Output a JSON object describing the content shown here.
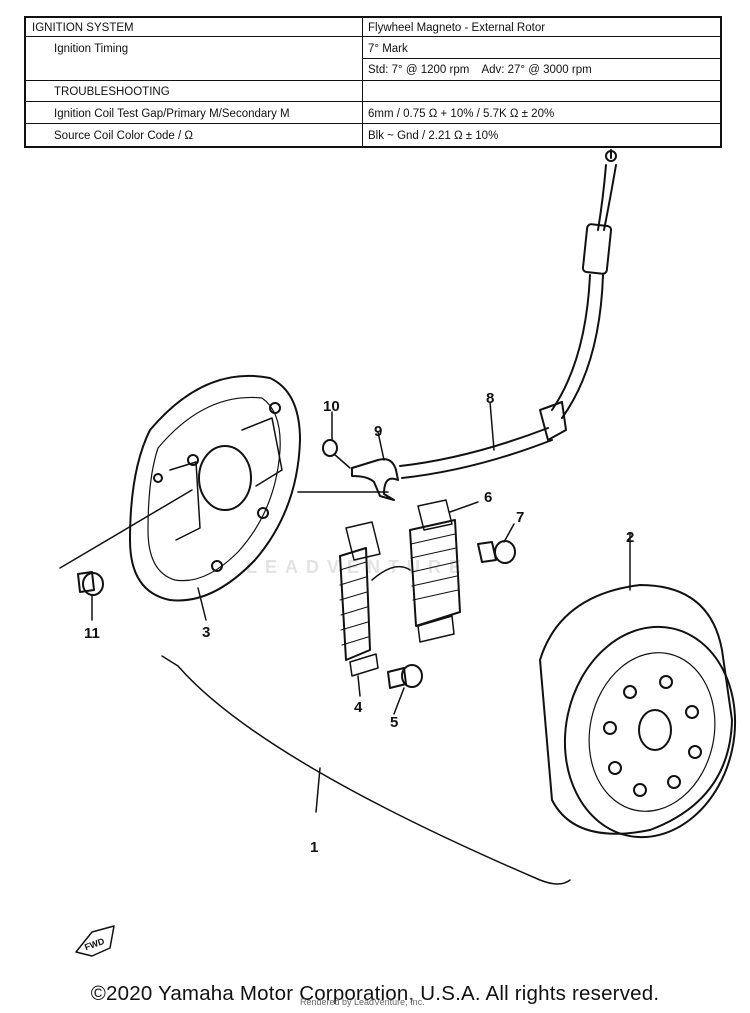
{
  "table": {
    "rows": [
      {
        "label": "IGNITION SYSTEM",
        "value": "Flywheel Magneto - External Rotor"
      },
      {
        "label": "Ignition Timing",
        "value": "7° Mark"
      },
      {
        "label": "",
        "value": "Std: 7° @ 1200 rpm    Adv: 27° @ 3000 rpm"
      },
      {
        "label": "TROUBLESHOOTING",
        "value": ""
      },
      {
        "label": "Ignition Coil Test Gap/Primary M/Secondary M",
        "value": "6mm / 0.75 Ω + 10% / 5.7K Ω ± 20%"
      },
      {
        "label": "Source Coil Color Code / Ω",
        "value": "Blk ~ Gnd / 2.21 Ω ± 10%"
      }
    ]
  },
  "callouts": {
    "c1": "1",
    "c2": "2",
    "c3": "3",
    "c4": "4",
    "c5": "5",
    "c6": "6",
    "c7": "7",
    "c8": "8",
    "c9": "9",
    "c10": "10",
    "c11": "11"
  },
  "fwd_label": "FWD",
  "watermark": "LEADVENTURE",
  "watermark_sub": "Rendered by LeadVenture, Inc.",
  "copyright": "©2020 Yamaha Motor Corporation, U.S.A. All rights reserved."
}
